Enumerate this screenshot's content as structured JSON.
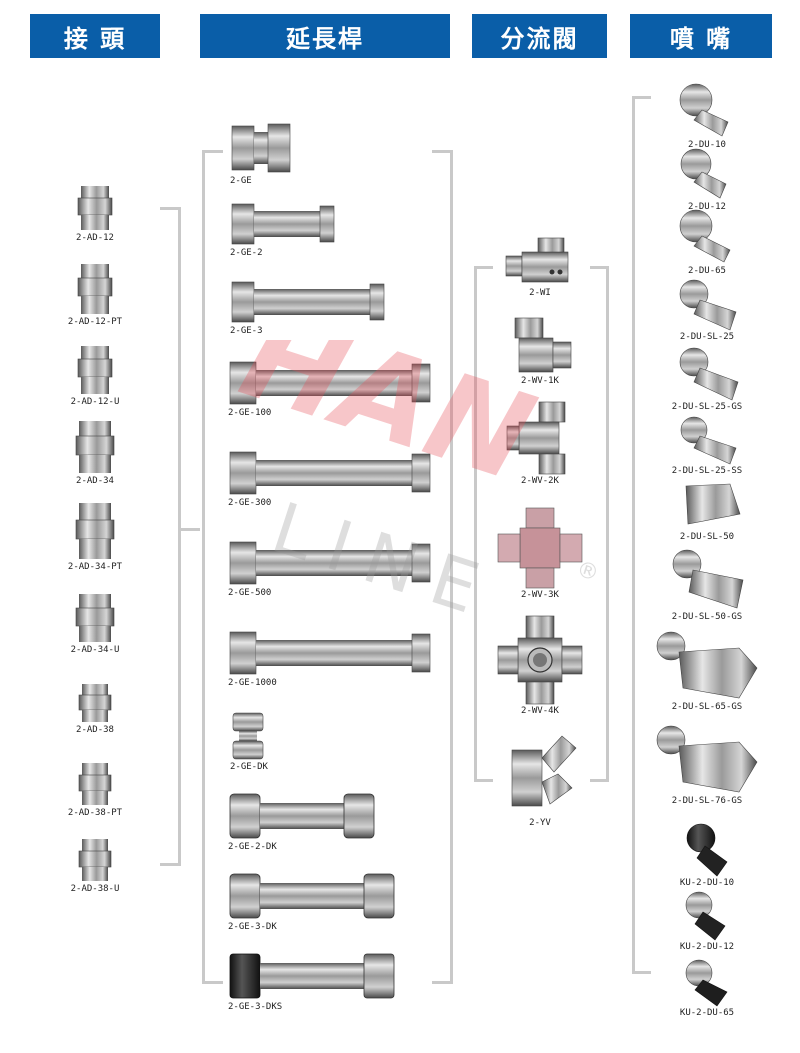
{
  "headers": {
    "adapters": "接 頭",
    "extensions": "延長桿",
    "manifolds": "分流閥",
    "nozzles": "噴 嘴"
  },
  "adapters": [
    "2-AD-12",
    "2-AD-12-PT",
    "2-AD-12-U",
    "2-AD-34",
    "2-AD-34-PT",
    "2-AD-34-U",
    "2-AD-38",
    "2-AD-38-PT",
    "2-AD-38-U"
  ],
  "extensions": [
    "2-GE",
    "2-GE-2",
    "2-GE-3",
    "2-GE-100",
    "2-GE-300",
    "2-GE-500",
    "2-GE-1000",
    "2-GE-DK",
    "2-GE-2-DK",
    "2-GE-3-DK",
    "2-GE-3-DKS"
  ],
  "manifolds": [
    "2-WI",
    "2-WV-1K",
    "2-WV-2K",
    "2-WV-3K",
    "2-WV-4K",
    "2-YV"
  ],
  "nozzles": [
    "2-DU-10",
    "2-DU-12",
    "2-DU-65",
    "2-DU-SL-25",
    "2-DU-SL-25-GS",
    "2-DU-SL-25-SS",
    "2-DU-SL-50",
    "2-DU-SL-50-GS",
    "2-DU-SL-65-GS",
    "2-DU-SL-76-GS",
    "KU-2-DU-10",
    "KU-2-DU-12",
    "KU-2-DU-65"
  ],
  "watermark": {
    "brand": "HAN",
    "sub": "LINE",
    "mark": "®"
  },
  "colors": {
    "header_bg": "#0a5ea8",
    "bracket": "#c9c9c9",
    "watermark": "#e8505a"
  }
}
